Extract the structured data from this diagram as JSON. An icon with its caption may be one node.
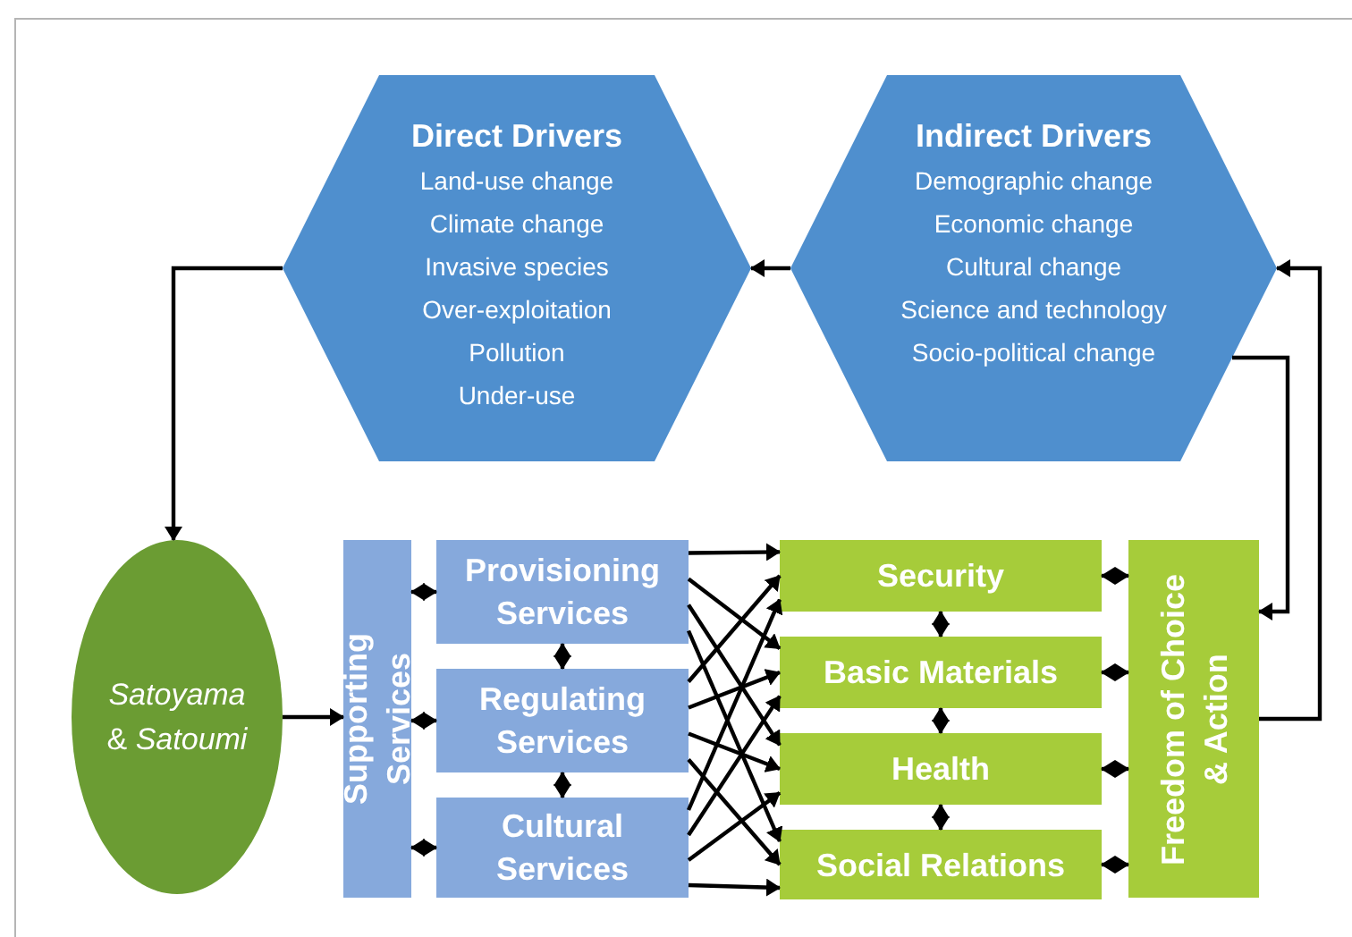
{
  "diagram": {
    "nodes": [
      {
        "text": [
          "Direct Drivers",
          "Land-use change",
          "Climate change",
          "Invasive species",
          "Over-exploitation",
          "Pollution",
          "Under-use"
        ]
      },
      {
        "text": [
          "Indirect Drivers",
          "Demographic change",
          "Economic change",
          "Cultural change",
          "Science and technology",
          "Socio-political change"
        ]
      },
      {
        "text": [
          "*Satoyama* & *Satoumi*"
        ]
      },
      {
        "text": [
          "Supporting Services"
        ]
      },
      {
        "text": [
          "Provisioning Services"
        ]
      },
      {
        "text": [
          "Regulating Services"
        ]
      },
      {
        "text": [
          "Cultural Services"
        ]
      },
      {
        "text": [
          "Security"
        ]
      },
      {
        "text": [
          "Basic Materials"
        ]
      },
      {
        "text": [
          "Health"
        ]
      },
      {
        "text": [
          "Social Relations"
        ]
      },
      {
        "text": [
          "Freedom of Choice & Action"
        ]
      }
    ],
    "edges": [
      {
        "from": 1,
        "to": 0,
        "arrow": "to"
      },
      {
        "from": 0,
        "to": 2,
        "arrow": "to"
      },
      {
        "from": 1,
        "to": 11,
        "arrow": "to"
      },
      {
        "from": 11,
        "to": 1,
        "arrow": "to"
      },
      {
        "from": 2,
        "to": 3,
        "arrow": "to"
      },
      {
        "from": 3,
        "to": 4,
        "arrow": "both"
      },
      {
        "from": 3,
        "to": 5,
        "arrow": "both"
      },
      {
        "from": 3,
        "to": 6,
        "arrow": "both"
      },
      {
        "from": 4,
        "to": 5,
        "arrow": "both"
      },
      {
        "from": 5,
        "to": 6,
        "arrow": "both"
      },
      {
        "from": 4,
        "to": 7,
        "arrow": "to"
      },
      {
        "from": 4,
        "to": 8,
        "arrow": "to"
      },
      {
        "from": 4,
        "to": 9,
        "arrow": "to"
      },
      {
        "from": 4,
        "to": 10,
        "arrow": "to"
      },
      {
        "from": 5,
        "to": 7,
        "arrow": "to"
      },
      {
        "from": 5,
        "to": 8,
        "arrow": "to"
      },
      {
        "from": 5,
        "to": 9,
        "arrow": "to"
      },
      {
        "from": 5,
        "to": 10,
        "arrow": "to"
      },
      {
        "from": 6,
        "to": 7,
        "arrow": "to"
      },
      {
        "from": 6,
        "to": 8,
        "arrow": "to"
      },
      {
        "from": 6,
        "to": 9,
        "arrow": "to"
      },
      {
        "from": 6,
        "to": 10,
        "arrow": "to"
      },
      {
        "from": 7,
        "to": 8,
        "arrow": "both"
      },
      {
        "from": 8,
        "to": 9,
        "arrow": "both"
      },
      {
        "from": 9,
        "to": 10,
        "arrow": "both"
      },
      {
        "from": 7,
        "to": 11,
        "arrow": "both"
      },
      {
        "from": 8,
        "to": 11,
        "arrow": "both"
      },
      {
        "from": 9,
        "to": 11,
        "arrow": "both"
      },
      {
        "from": 10,
        "to": 11,
        "arrow": "both"
      }
    ]
  }
}
